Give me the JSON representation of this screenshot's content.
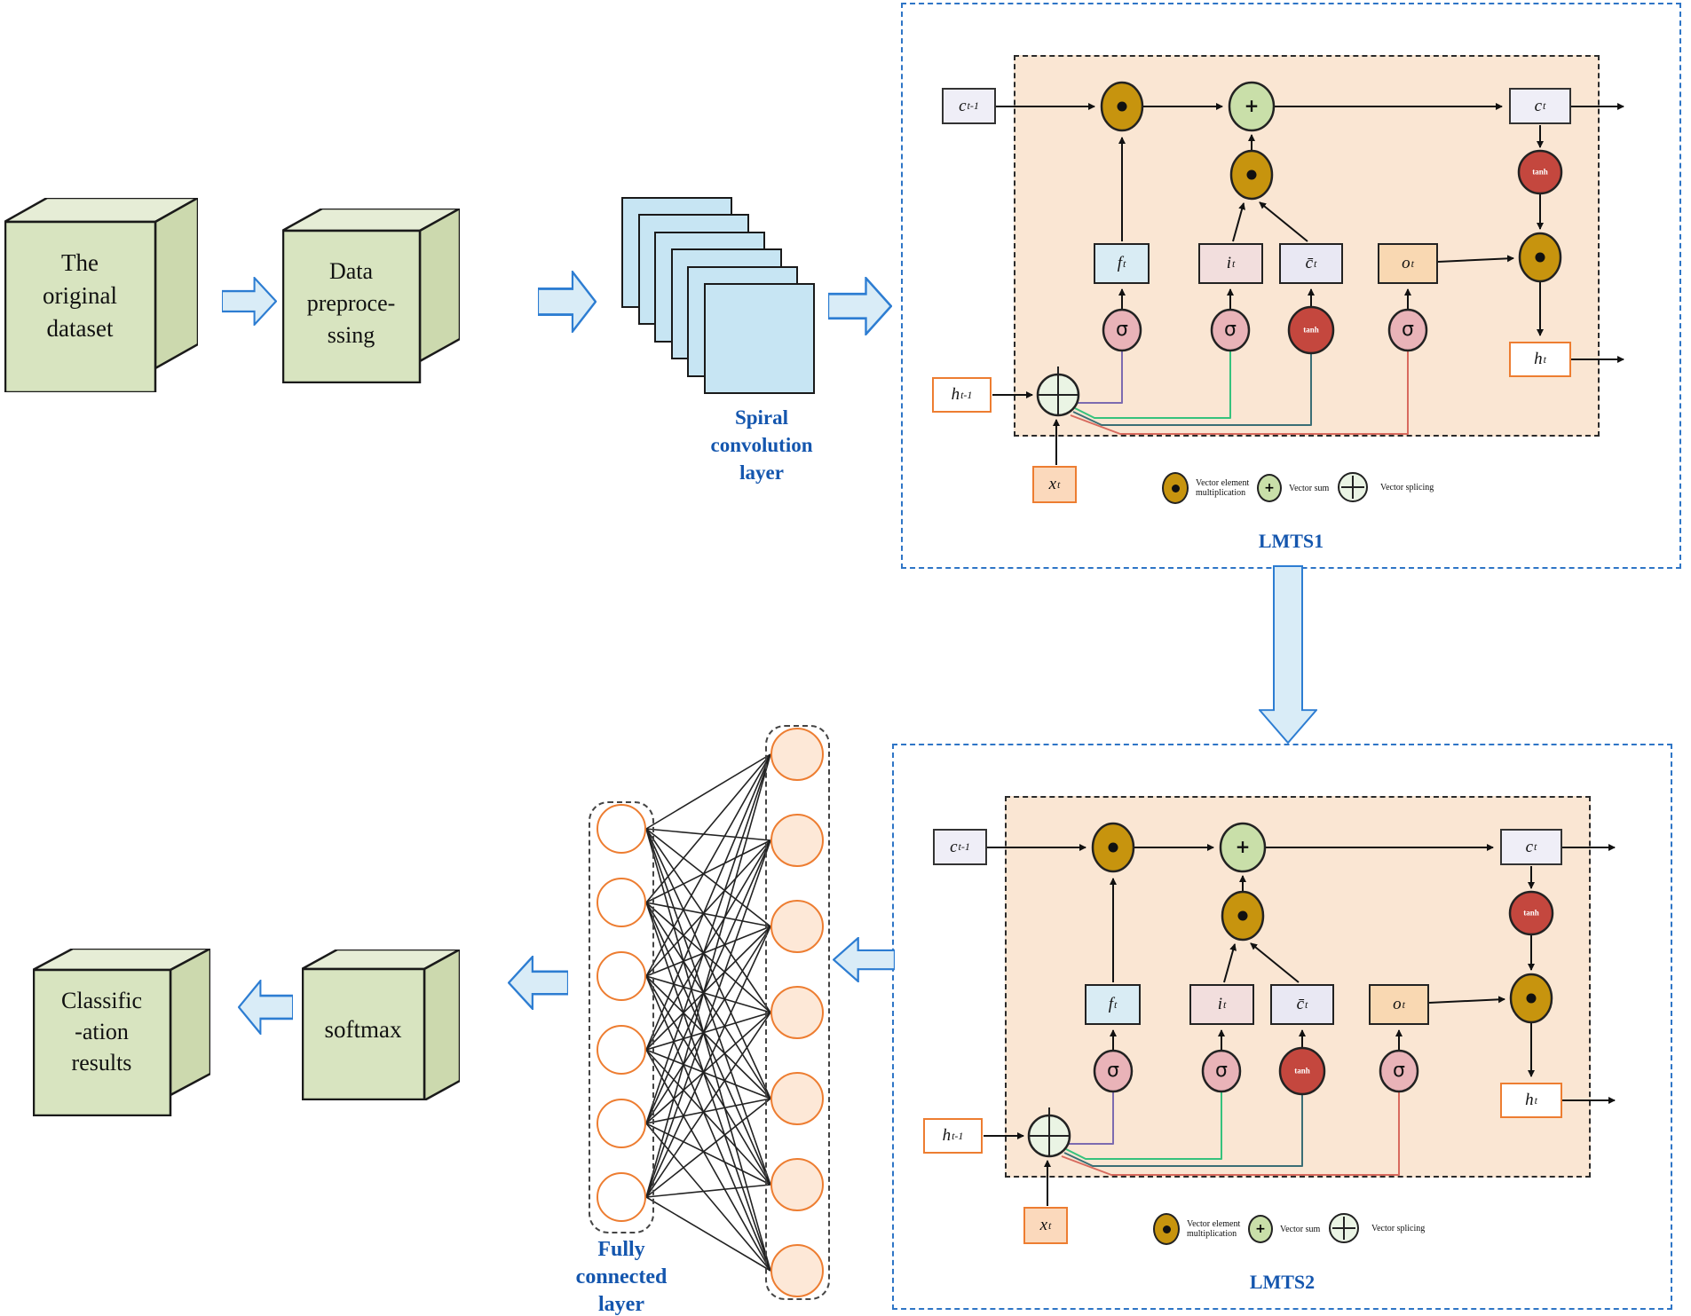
{
  "pipeline": {
    "original_dataset": {
      "lines": [
        "The",
        "original",
        "dataset"
      ]
    },
    "preprocessing": {
      "lines": [
        "Data",
        "preproce-",
        "ssing"
      ]
    },
    "spiral_layer": {
      "num_maps": 6,
      "label_lines": [
        "Spiral",
        "convolution",
        "layer"
      ]
    },
    "fc_layer": {
      "left_nodes": 6,
      "right_nodes": 7,
      "label_lines": [
        "Fully",
        "connected",
        "layer"
      ]
    },
    "softmax": {
      "lines": [
        "softmax"
      ]
    },
    "classification": {
      "lines": [
        "Classific",
        "-ation",
        "results"
      ]
    }
  },
  "lstm": {
    "c_prev": {
      "main": "c",
      "sub": "t-1"
    },
    "c_out": {
      "main": "c",
      "sub": "t"
    },
    "h_prev": {
      "main": "h",
      "sub": "t-1"
    },
    "h_out": {
      "main": "h",
      "sub": "t"
    },
    "x_in": {
      "main": "x",
      "sub": "t"
    },
    "gates": {
      "f": {
        "main": "f",
        "sub": "t"
      },
      "i": {
        "main": "i",
        "sub": "t"
      },
      "c": {
        "main": "c̄",
        "sub": "t"
      },
      "o": {
        "main": "o",
        "sub": "t"
      }
    },
    "sigma": "σ",
    "tanh": "tanh",
    "plus": "+",
    "legend": {
      "mult_line1": "Vector element",
      "mult_line2": "multiplication",
      "sum": "Vector sum",
      "splice": "Vector splicing"
    }
  },
  "cells": {
    "lmts1": {
      "title": "LMTS1"
    },
    "lmts2": {
      "title": "LMTS2"
    }
  },
  "colors": {
    "cube_front": "#D8E4C0",
    "cube_top": "#E6EDD6",
    "cube_side": "#CCD9AE",
    "arrow_fill": "#D9ECF7",
    "arrow_stroke": "#2D7DD2",
    "cell_bg": "#FAE6D3",
    "gold": "#C7940E",
    "green_sum": "#C9DFA9",
    "splice_bg": "#EAF4E4",
    "sigma_pink": "#E9B3B8",
    "tanh_red": "#C4473E",
    "gate_f": "#D9ECF4",
    "gate_i": "#F2DEDD",
    "gate_c": "#E9E8F3",
    "gate_o": "#F9D8B2",
    "state_box": "#EFEEF7",
    "orange_border": "#ED7D31",
    "feature_map": "#C7E5F3",
    "label_blue": "#1456AE",
    "route_purple": "#7C6BB0",
    "route_green": "#35C27D",
    "route_teal": "#3A6E75",
    "route_red": "#D86A5E"
  }
}
